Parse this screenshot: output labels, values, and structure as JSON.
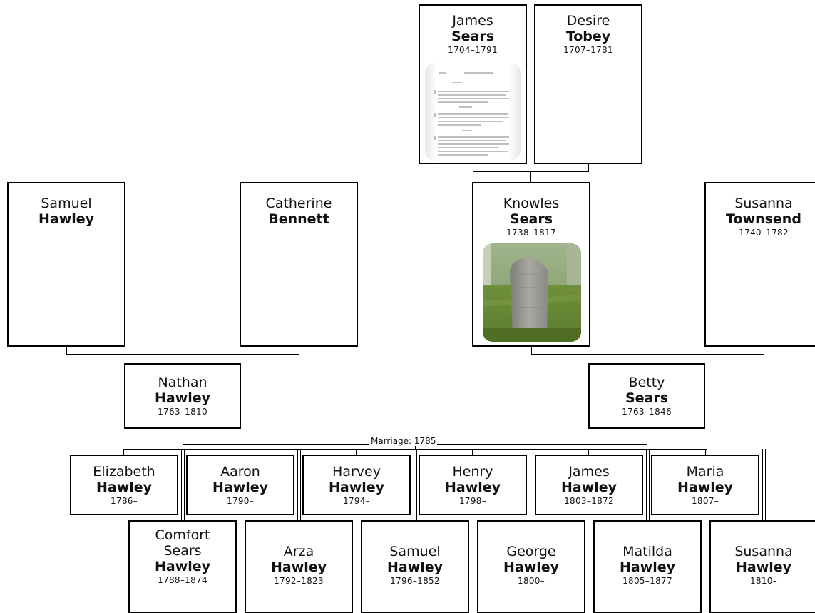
{
  "marriage_label": "Marriage: 1785",
  "people": {
    "james_sears": {
      "first": "James",
      "last": "Sears",
      "dates": "1704–1791"
    },
    "desire_tobey": {
      "first": "Desire",
      "last": "Tobey",
      "dates": "1707–1781"
    },
    "samuel_hawley_sr": {
      "first": "Samuel",
      "last": "Hawley",
      "dates": ""
    },
    "catherine_bennett": {
      "first": "Catherine",
      "last": "Bennett",
      "dates": ""
    },
    "knowles_sears": {
      "first": "Knowles",
      "last": "Sears",
      "dates": "1738–1817"
    },
    "susanna_townsend": {
      "first": "Susanna",
      "last": "Townsend",
      "dates": "1740–1782"
    },
    "nathan_hawley": {
      "first": "Nathan",
      "last": "Hawley",
      "dates": "1763–1810"
    },
    "betty_sears": {
      "first": "Betty",
      "last": "Sears",
      "dates": "1763–1846"
    },
    "elizabeth_hawley": {
      "first": "Elizabeth",
      "last": "Hawley",
      "dates": "1786–"
    },
    "aaron_hawley": {
      "first": "Aaron",
      "last": "Hawley",
      "dates": "1790–"
    },
    "harvey_hawley": {
      "first": "Harvey",
      "last": "Hawley",
      "dates": "1794–"
    },
    "henry_hawley": {
      "first": "Henry",
      "last": "Hawley",
      "dates": "1798–"
    },
    "james_hawley": {
      "first": "James",
      "last": "Hawley",
      "dates": "1803–1872"
    },
    "maria_hawley": {
      "first": "Maria",
      "last": "Hawley",
      "dates": "1807–"
    },
    "comfort_hawley": {
      "first": "Comfort Sears",
      "last": "Hawley",
      "dates": "1788–1874"
    },
    "arza_hawley": {
      "first": "Arza",
      "last": "Hawley",
      "dates": "1792–1823"
    },
    "samuel_hawley": {
      "first": "Samuel",
      "last": "Hawley",
      "dates": "1796–1852"
    },
    "george_hawley": {
      "first": "George",
      "last": "Hawley",
      "dates": "1800–"
    },
    "matilda_hawley": {
      "first": "Matilda",
      "last": "Hawley",
      "dates": "1805–1877"
    },
    "susanna_hawley": {
      "first": "Susanna",
      "last": "Hawley",
      "dates": "1810–"
    }
  },
  "photos": {
    "james_sears": "document-scan",
    "knowles_sears": "gravestone"
  }
}
